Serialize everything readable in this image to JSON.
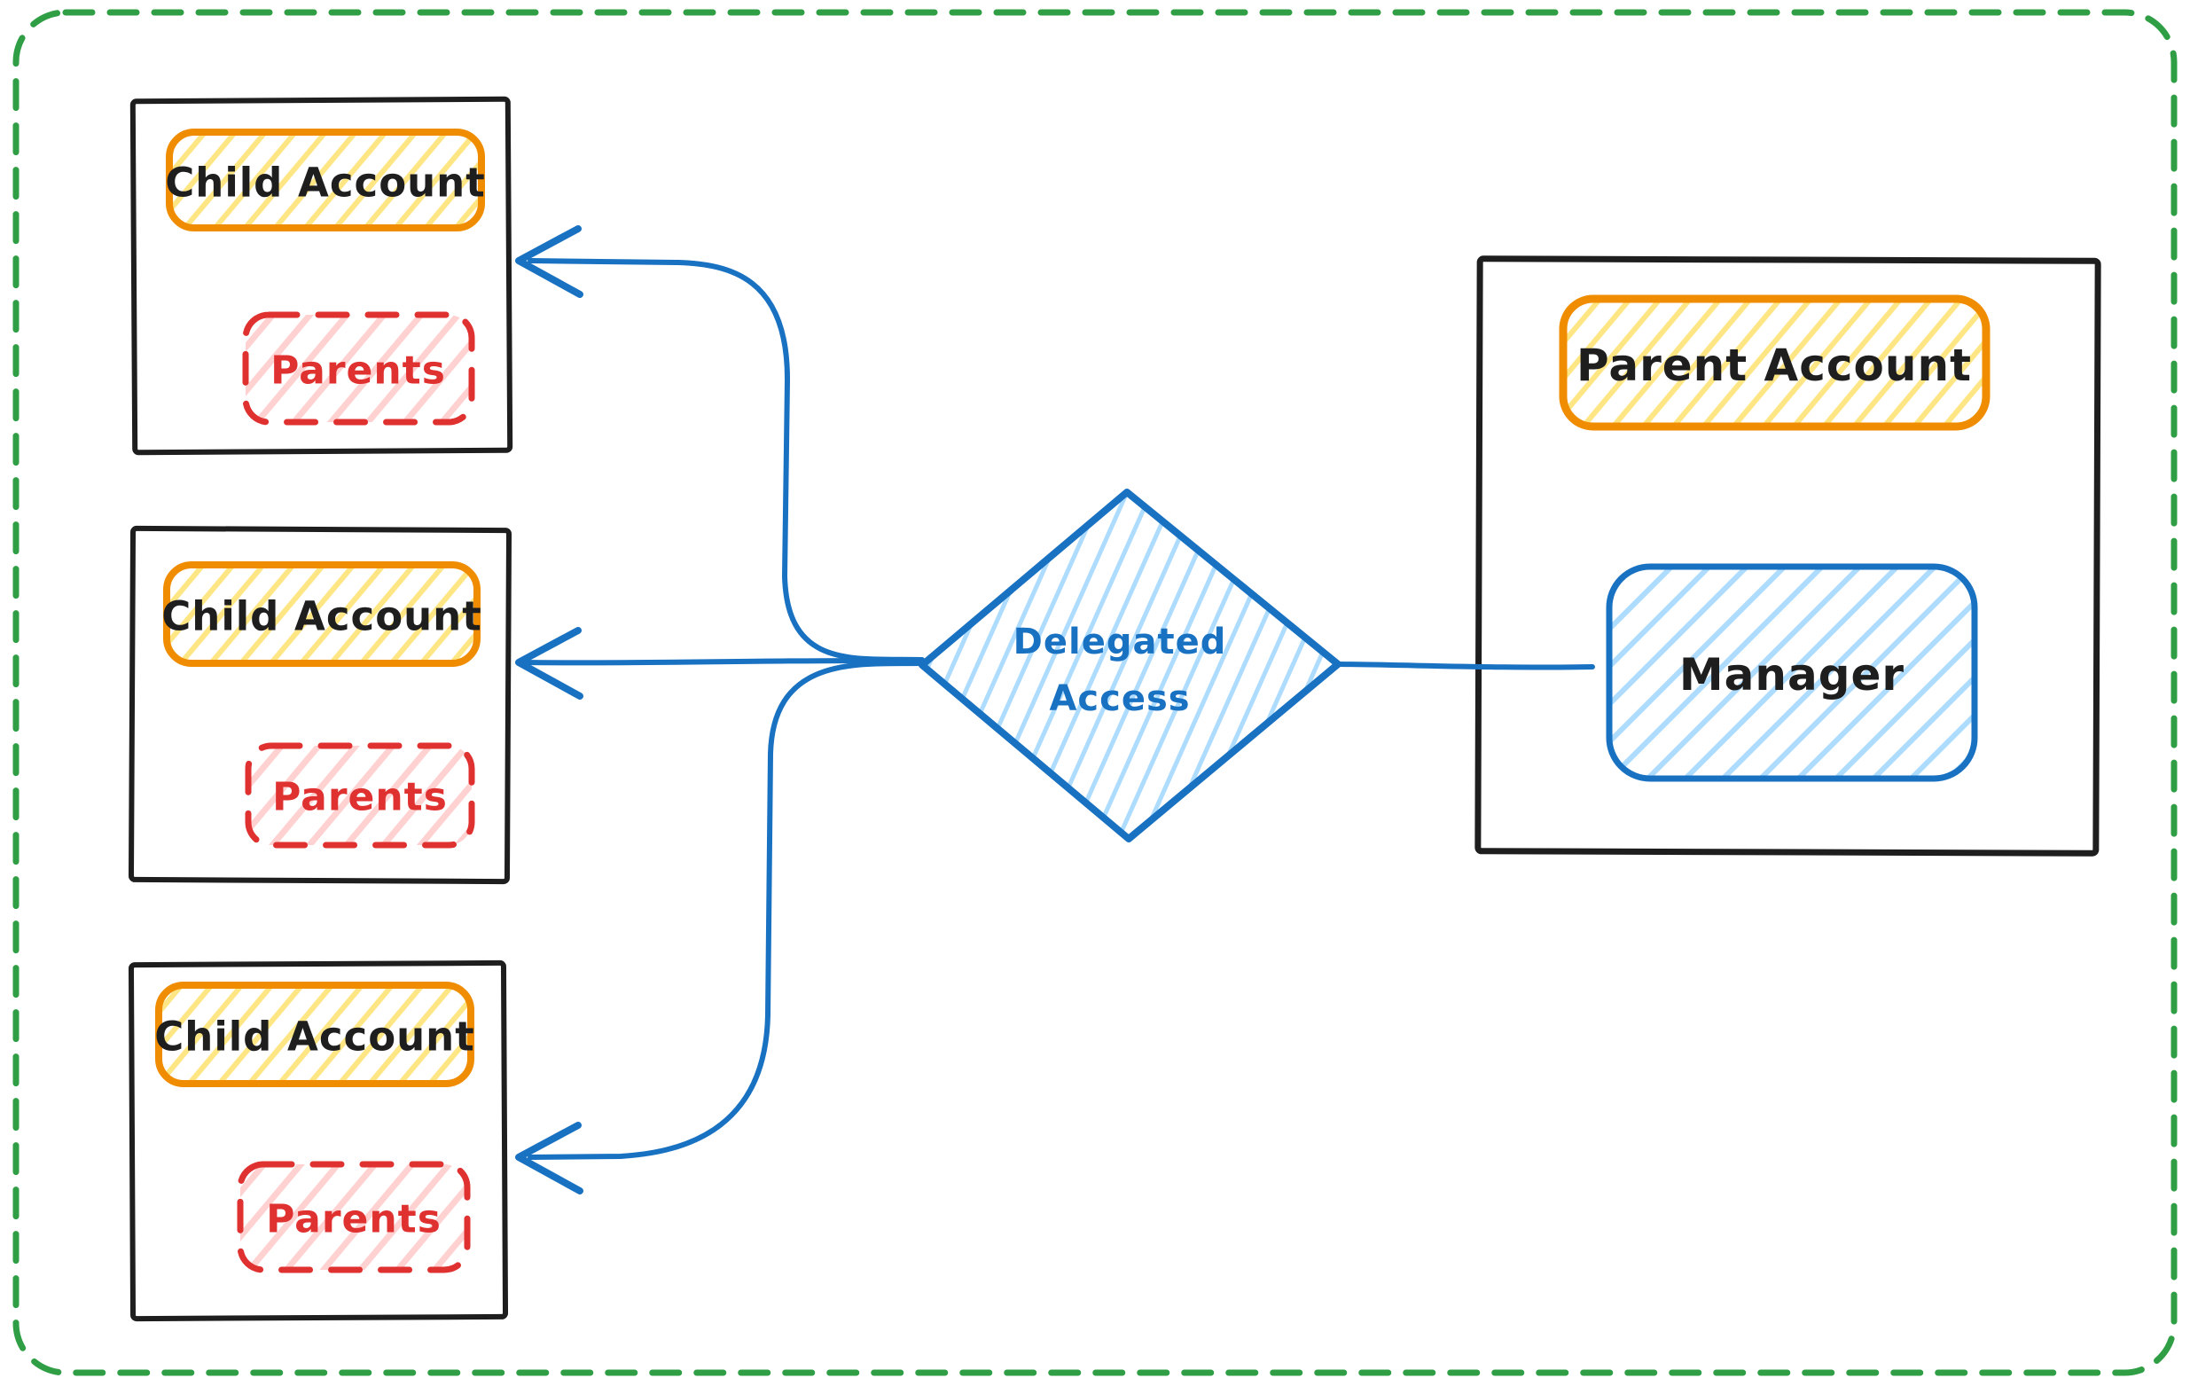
{
  "canvas": {
    "type": "hand-drawn diagram",
    "border_color": "#2f9e44",
    "background": "#ffffff"
  },
  "nodes": {
    "child_accounts": [
      {
        "label": "Child Account",
        "badge": "Parents"
      },
      {
        "label": "Child Account",
        "badge": "Parents"
      },
      {
        "label": "Child Account",
        "badge": "Parents"
      }
    ],
    "parent_account": {
      "label": "Parent Account",
      "manager_label": "Manager"
    },
    "decision": {
      "label_line1": "Delegated",
      "label_line2": "Access"
    }
  },
  "edges": [
    {
      "from": "Manager",
      "to": "Delegated Access",
      "directed": false
    },
    {
      "from": "Delegated Access",
      "to": "Child Account (top)",
      "directed": true
    },
    {
      "from": "Delegated Access",
      "to": "Child Account (middle)",
      "directed": true
    },
    {
      "from": "Delegated Access",
      "to": "Child Account (bottom)",
      "directed": true
    }
  ],
  "colors": {
    "ink": "#1e1e1e",
    "blue": "#1971c2",
    "blue_light": "#a5d8ff",
    "orange": "#f08c00",
    "yellow_light": "#ffe066",
    "red": "#e03131",
    "red_light": "#ffc9c9",
    "green": "#2f9e44"
  }
}
